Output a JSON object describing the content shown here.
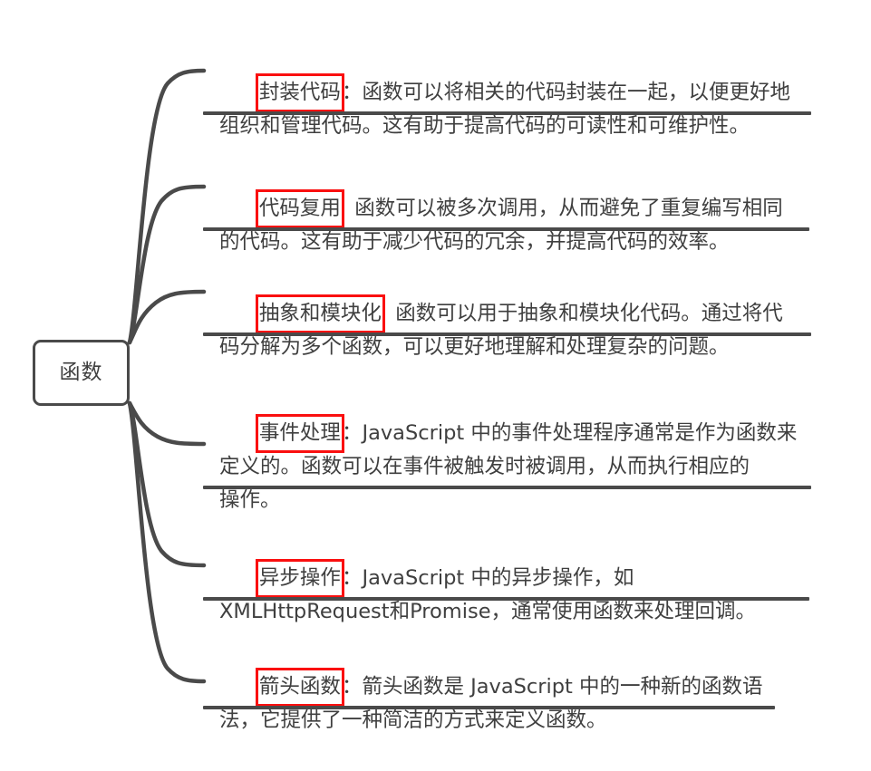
{
  "colors": {
    "text": "#3f3f3f",
    "stroke": "#4a4a4a",
    "highlight": "#fa0f0f",
    "background": "#ffffff"
  },
  "root": {
    "label": "函数"
  },
  "branches": [
    {
      "keyword": "封装代码",
      "body": "：函数可以将相关的代码封装在一起，以便更好地\n组织和管理代码。这有助于提高代码的可读性和可维护性。"
    },
    {
      "keyword": "代码复用",
      "body": "  函数可以被多次调用，从而避免了重复编写相同\n的代码。这有助于减少代码的冗余，并提高代码的效率。"
    },
    {
      "keyword": "抽象和模块化",
      "body": "  函数可以用于抽象和模块化代码。通过将代\n码分解为多个函数，可以更好地理解和处理复杂的问题。"
    },
    {
      "keyword": "事件处理",
      "body": "：JavaScript 中的事件处理程序通常是作为函数来\n定义的。函数可以在事件被触发时被调用，从而执行相应的\n操作。"
    },
    {
      "keyword": "异步操作",
      "body": "：JavaScript 中的异步操作，如\nXMLHttpRequest和Promise，通常使用函数来处理回调。"
    },
    {
      "keyword": "箭头函数",
      "body": "：箭头函数是 JavaScript 中的一种新的函数语\n法，它提供了一种简洁的方式来定义函数。"
    }
  ]
}
